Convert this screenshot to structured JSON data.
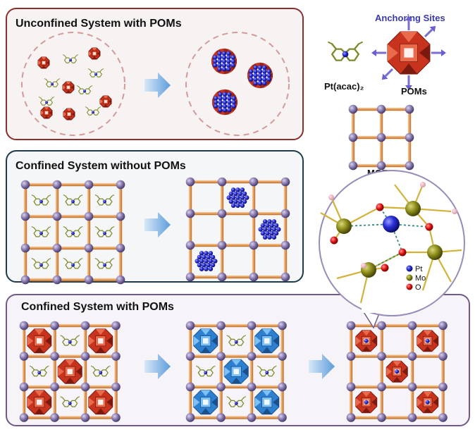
{
  "panels": {
    "unconfined_title": "Unconfined System with POMs",
    "confined_no_pom_title": "Confined System without POMs",
    "confined_pom_title": "Confined System with POMs"
  },
  "legend": {
    "anchoring_sites": "Anchoring Sites",
    "pt_acac": "Pt(acac)₂",
    "poms": "POMs",
    "mofs": "MOFs"
  },
  "inset_legend": [
    "Pt",
    "Mo",
    "O"
  ],
  "colors": {
    "unconfined_border": "#8b2e2e",
    "unconfined_bg": "#f7f3f3",
    "confined_border": "#1e3a4d",
    "confined_bg": "#f5f6f8",
    "pom_panel_border": "#6f5a8a",
    "pom_panel_bg": "#f6f4f9",
    "pom_red": "#c8331e",
    "pom_blue": "#2d7fd0",
    "mof_node": "#7e6ea5",
    "mof_linker": "#e6a86a",
    "pt": "#1f24c8",
    "mo": "#8a8a14",
    "o": "#e01010",
    "arrow": "#7fb3e3"
  }
}
